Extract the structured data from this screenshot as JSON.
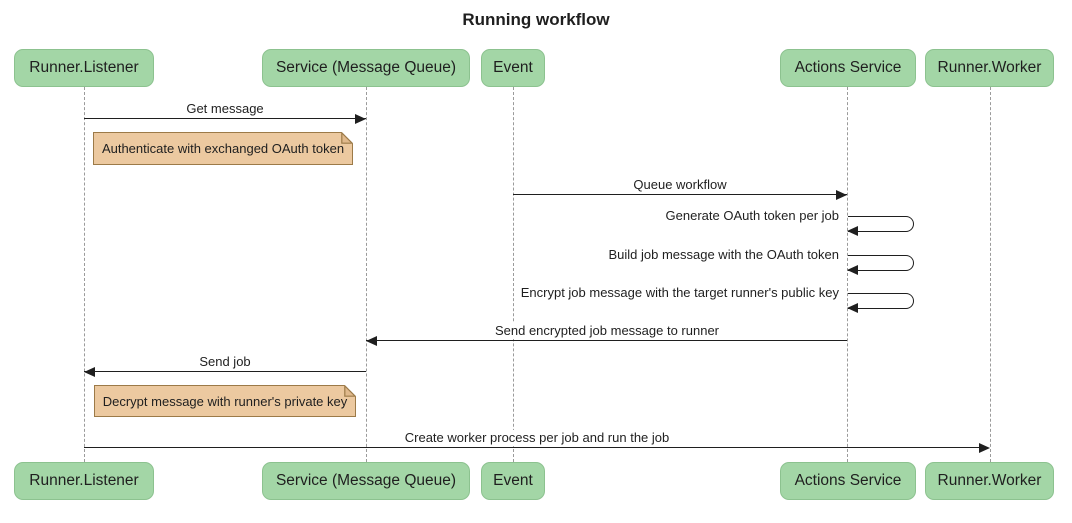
{
  "title": "Running workflow",
  "diagram_type": "sequence-diagram",
  "colors": {
    "background": "#ffffff",
    "text": "#1f1f1f",
    "arrow": "#1f1f1f",
    "lifeline": "#9b9b9b",
    "actor_fill": "#a3d6a6",
    "actor_border": "#8cc28f",
    "note_fill": "#ecc9a0",
    "note_border": "#9c7a48",
    "note_fold": "#e0b98c"
  },
  "participants": [
    {
      "id": "runner-listener",
      "label": "Runner.Listener"
    },
    {
      "id": "service-message-queue",
      "label": "Service (Message Queue)"
    },
    {
      "id": "event",
      "label": "Event"
    },
    {
      "id": "actions-service",
      "label": "Actions Service"
    },
    {
      "id": "runner-worker",
      "label": "Runner.Worker"
    }
  ],
  "messages": [
    {
      "kind": "message",
      "label": "Get message",
      "from": "Runner.Listener",
      "to": "Service (Message Queue)",
      "arrow": "solid-filled-head"
    },
    {
      "kind": "note",
      "label": "Authenticate with exchanged OAuth token",
      "position": "right of Runner.Listener"
    },
    {
      "kind": "message",
      "label": "Queue workflow",
      "from": "Event",
      "to": "Actions Service",
      "arrow": "solid-filled-head"
    },
    {
      "kind": "self-message",
      "label": "Generate OAuth token per job",
      "on": "Actions Service"
    },
    {
      "kind": "self-message",
      "label": "Build job message with the OAuth token",
      "on": "Actions Service"
    },
    {
      "kind": "self-message",
      "label": "Encrypt job message with the target runner's public key",
      "on": "Actions Service"
    },
    {
      "kind": "message",
      "label": "Send encrypted job message to runner",
      "from": "Actions Service",
      "to": "Service (Message Queue)",
      "arrow": "solid-filled-head"
    },
    {
      "kind": "message",
      "label": "Send job",
      "from": "Service (Message Queue)",
      "to": "Runner.Listener",
      "arrow": "solid-filled-head"
    },
    {
      "kind": "note",
      "label": "Decrypt message with runner's private key",
      "position": "right of Runner.Listener"
    },
    {
      "kind": "message",
      "label": "Create worker process per job and run the job",
      "from": "Runner.Listener",
      "to": "Runner.Worker",
      "arrow": "solid-filled-head"
    }
  ]
}
